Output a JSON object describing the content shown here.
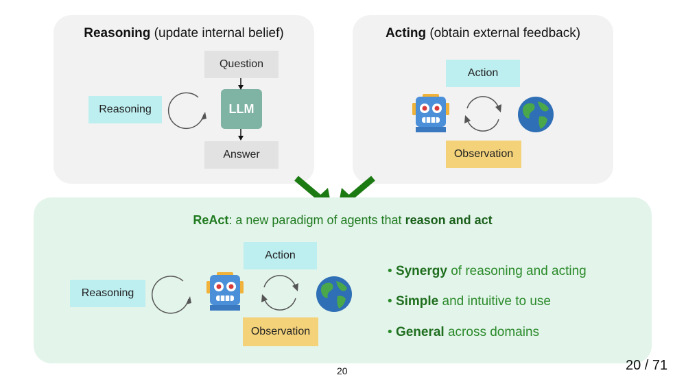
{
  "reasoning_panel": {
    "title_bold": "Reasoning",
    "title_rest": " (update internal belief)",
    "question": "Question",
    "reasoning": "Reasoning",
    "llm": "LLM",
    "answer": "Answer"
  },
  "acting_panel": {
    "title_bold": "Acting",
    "title_rest": " (obtain external feedback)",
    "action": "Action",
    "observation": "Observation"
  },
  "react_panel": {
    "title_bold": "ReAct",
    "title_mid": ": a new paradigm of agents that ",
    "title_end": "reason and act",
    "reasoning": "Reasoning",
    "action": "Action",
    "observation": "Observation",
    "bullets": [
      {
        "bold": "Synergy",
        "rest": " of reasoning and acting"
      },
      {
        "bold": "Simple",
        "rest": " and intuitive to use"
      },
      {
        "bold": "General",
        "rest": " across domains"
      }
    ]
  },
  "footer": {
    "page_number": "20",
    "page_count": "20 / 71"
  },
  "colors": {
    "panel_gray": "#f2f2f2",
    "panel_green": "#e3f4ea",
    "cyan_box": "#bdeef0",
    "gray_box": "#e2e2e2",
    "yellow_box": "#f3d27a",
    "llm_box": "#7fb3a4",
    "arrow_green": "#1c7a12",
    "text_green": "#1e7a1e"
  },
  "icons": [
    "robot-icon",
    "globe-icon",
    "cycle-arrow-icon",
    "down-arrow-icon"
  ]
}
